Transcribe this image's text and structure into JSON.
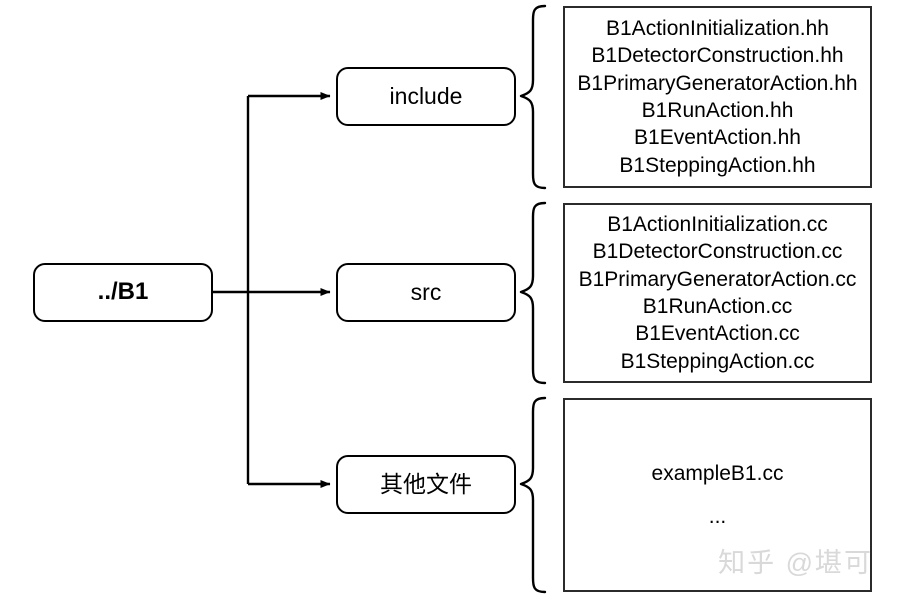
{
  "diagram": {
    "type": "tree-directory-structure",
    "root": {
      "label": "../B1"
    },
    "branches": [
      {
        "folder_label": "include",
        "files": [
          "B1ActionInitialization.hh",
          "B1DetectorConstruction.hh",
          "B1PrimaryGeneratorAction.hh",
          "B1RunAction.hh",
          "B1EventAction.hh",
          "B1SteppingAction.hh"
        ]
      },
      {
        "folder_label": "src",
        "files": [
          "B1ActionInitialization.cc",
          "B1DetectorConstruction.cc",
          "B1PrimaryGeneratorAction.cc",
          "B1RunAction.cc",
          "B1EventAction.cc",
          "B1SteppingAction.cc"
        ]
      },
      {
        "folder_label": "其他文件",
        "files": [
          "exampleB1.cc",
          "..."
        ]
      }
    ],
    "colors": {
      "stroke": "#000000",
      "box_stroke": "#2b2b2b",
      "background": "#ffffff",
      "watermark": "#d9d9d9"
    }
  },
  "watermark": {
    "text": "知乎 @堪可"
  }
}
